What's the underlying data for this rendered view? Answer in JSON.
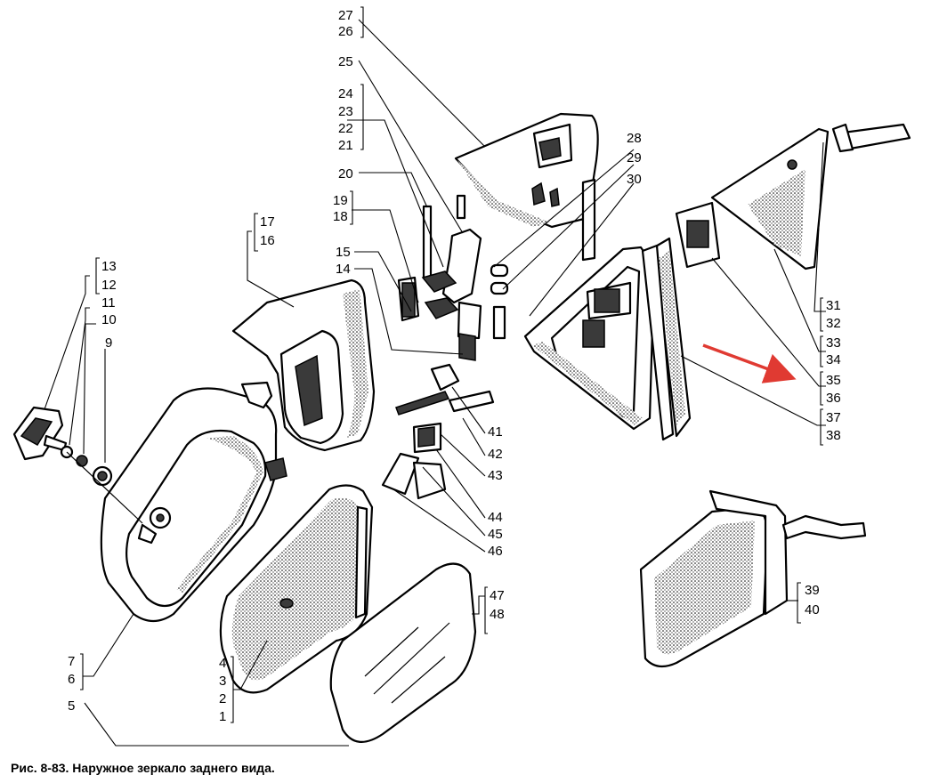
{
  "caption": "Рис. 8-83. Наружное зеркало заднего вида.",
  "labels": {
    "l1": "1",
    "l2": "2",
    "l3": "3",
    "l4": "4",
    "l5": "5",
    "l6": "6",
    "l7": "7",
    "l8": "48",
    "l9": "9",
    "l10": "10",
    "l11": "11",
    "l12": "12",
    "l13": "13",
    "l14": "14",
    "l15": "15",
    "l16": "16",
    "l17": "17",
    "l18": "18",
    "l19": "19",
    "l20": "20",
    "l21": "21",
    "l22": "22",
    "l23": "23",
    "l24": "24",
    "l25": "25",
    "l26": "26",
    "l27": "27",
    "l28": "28",
    "l29": "29",
    "l30": "30",
    "l31": "31",
    "l32": "32",
    "l33": "33",
    "l34": "34",
    "l35": "35",
    "l36": "36",
    "l37": "37",
    "l38": "38",
    "l39": "39",
    "l40": "40",
    "l41": "41",
    "l42": "42",
    "l43": "43",
    "l44": "44",
    "l45": "45",
    "l46": "46",
    "l47": "47"
  },
  "colors": {
    "ink": "#000000",
    "arrow": "#e03a32",
    "paper": "#ffffff"
  },
  "icons": {
    "highlight": "arrow-icon"
  }
}
